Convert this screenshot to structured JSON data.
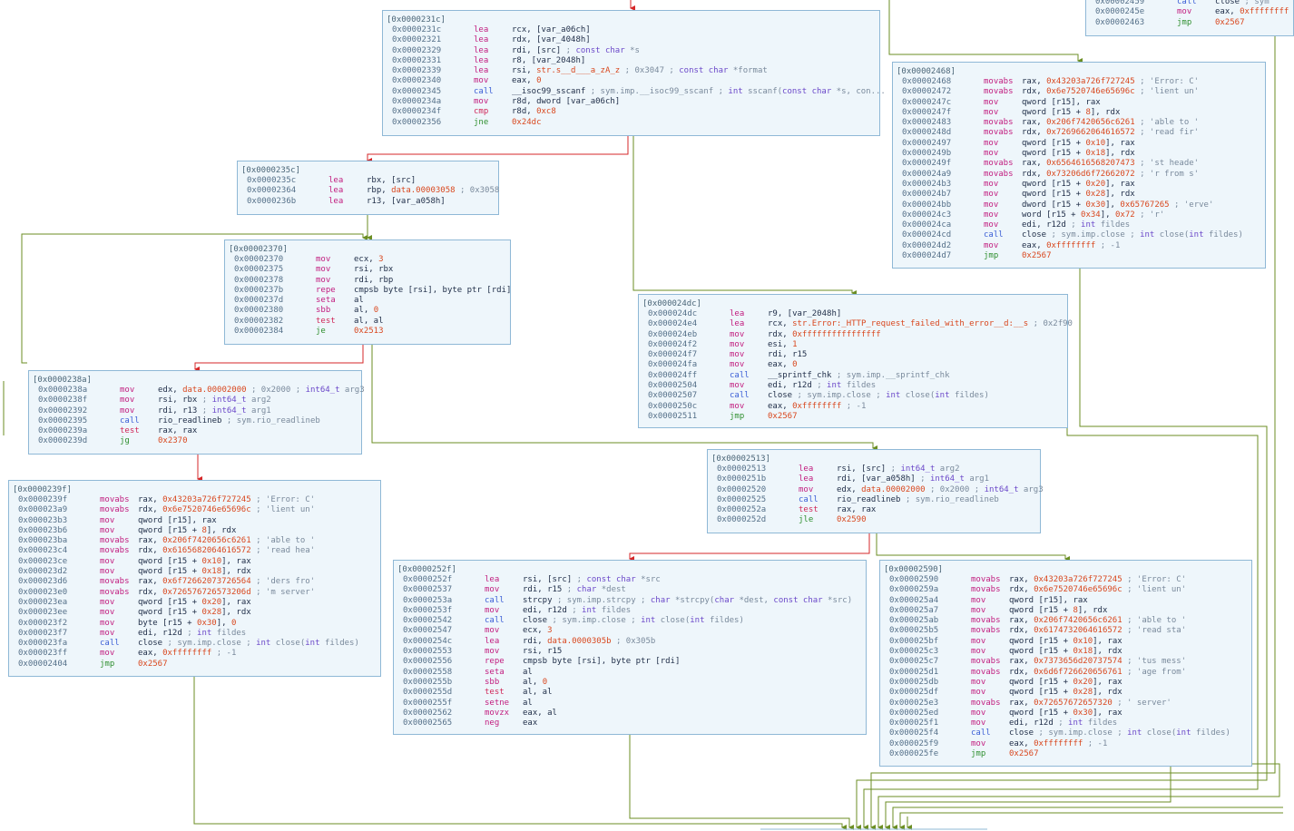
{
  "colors": {
    "block_bg": "#eef6fb",
    "block_border": "#8fb8d6",
    "edge_true": "#6b8e23",
    "edge_false": "#d62728"
  },
  "blocks": [
    {
      "id": "b231c",
      "header": "[0x0000231c]",
      "lines": [
        {
          "addr": "0x0000231c",
          "mn": "lea",
          "ops": "rcx, [var_a06ch]"
        },
        {
          "addr": "0x00002321",
          "mn": "lea",
          "ops": "rdx, [var_4048h]"
        },
        {
          "addr": "0x00002329",
          "mn": "lea",
          "ops": "rdi, [src] ; const char *s"
        },
        {
          "addr": "0x00002331",
          "mn": "lea",
          "ops": "r8, [var_2048h]"
        },
        {
          "addr": "0x00002339",
          "mn": "lea",
          "ops": "rsi, str.s__d___a_zA_z ; 0x3047 ; const char *format"
        },
        {
          "addr": "0x00002340",
          "mn": "mov",
          "ops": "eax, 0"
        },
        {
          "addr": "0x00002345",
          "mn": "call",
          "ops": "__isoc99_sscanf ; sym.imp.__isoc99_sscanf ; int sscanf(const char *s, con..."
        },
        {
          "addr": "0x0000234a",
          "mn": "mov",
          "ops": "r8d, dword [var_a06ch]"
        },
        {
          "addr": "0x0000234f",
          "mn": "cmp",
          "ops": "r8d, 0xc8"
        },
        {
          "addr": "0x00002356",
          "mn": "jne",
          "ops": "0x24dc"
        }
      ]
    },
    {
      "id": "b235c",
      "header": "[0x0000235c]",
      "lines": [
        {
          "addr": "0x0000235c",
          "mn": "lea",
          "ops": "rbx, [src]"
        },
        {
          "addr": "0x00002364",
          "mn": "lea",
          "ops": "rbp, data.00003058 ; 0x3058"
        },
        {
          "addr": "0x0000236b",
          "mn": "lea",
          "ops": "r13, [var_a058h]"
        }
      ]
    },
    {
      "id": "b2370",
      "header": "[0x00002370]",
      "lines": [
        {
          "addr": "0x00002370",
          "mn": "mov",
          "ops": "ecx, 3"
        },
        {
          "addr": "0x00002375",
          "mn": "mov",
          "ops": "rsi, rbx"
        },
        {
          "addr": "0x00002378",
          "mn": "mov",
          "ops": "rdi, rbp"
        },
        {
          "addr": "0x0000237b",
          "mn": "repe",
          "ops": "cmpsb byte [rsi], byte ptr [rdi]"
        },
        {
          "addr": "0x0000237d",
          "mn": "seta",
          "ops": "al"
        },
        {
          "addr": "0x00002380",
          "mn": "sbb",
          "ops": "al, 0"
        },
        {
          "addr": "0x00002382",
          "mn": "test",
          "ops": "al, al"
        },
        {
          "addr": "0x00002384",
          "mn": "je",
          "ops": "0x2513"
        }
      ]
    },
    {
      "id": "b238a",
      "header": "[0x0000238a]",
      "lines": [
        {
          "addr": "0x0000238a",
          "mn": "mov",
          "ops": "edx, data.00002000 ; 0x2000 ; int64_t arg3"
        },
        {
          "addr": "0x0000238f",
          "mn": "mov",
          "ops": "rsi, rbx   ; int64_t arg2"
        },
        {
          "addr": "0x00002392",
          "mn": "mov",
          "ops": "rdi, r13   ; int64_t arg1"
        },
        {
          "addr": "0x00002395",
          "mn": "call",
          "ops": "rio_readlineb ; sym.rio_readlineb"
        },
        {
          "addr": "0x0000239a",
          "mn": "test",
          "ops": "rax, rax"
        },
        {
          "addr": "0x0000239d",
          "mn": "jg",
          "ops": "0x2370"
        }
      ]
    },
    {
      "id": "b239f",
      "header": "[0x0000239f]",
      "lines": [
        {
          "addr": "0x0000239f",
          "mn": "movabs",
          "ops": "rax, 0x43203a726f727245 ; 'Error: C'"
        },
        {
          "addr": "0x000023a9",
          "mn": "movabs",
          "ops": "rdx, 0x6e7520746e65696c ; 'lient un'"
        },
        {
          "addr": "0x000023b3",
          "mn": "mov",
          "ops": "qword [r15], rax"
        },
        {
          "addr": "0x000023b6",
          "mn": "mov",
          "ops": "qword [r15 + 8], rdx"
        },
        {
          "addr": "0x000023ba",
          "mn": "movabs",
          "ops": "rax, 0x206f7420656c6261 ; 'able to '"
        },
        {
          "addr": "0x000023c4",
          "mn": "movabs",
          "ops": "rdx, 0x6165682064616572 ; 'read hea'"
        },
        {
          "addr": "0x000023ce",
          "mn": "mov",
          "ops": "qword [r15 + 0x10], rax"
        },
        {
          "addr": "0x000023d2",
          "mn": "mov",
          "ops": "qword [r15 + 0x18], rdx"
        },
        {
          "addr": "0x000023d6",
          "mn": "movabs",
          "ops": "rax, 0x6f72662073726564 ; 'ders fro'"
        },
        {
          "addr": "0x000023e0",
          "mn": "movabs",
          "ops": "rdx, 0x726576726573206d ; 'm server'"
        },
        {
          "addr": "0x000023ea",
          "mn": "mov",
          "ops": "qword [r15 + 0x20], rax"
        },
        {
          "addr": "0x000023ee",
          "mn": "mov",
          "ops": "qword [r15 + 0x28], rdx"
        },
        {
          "addr": "0x000023f2",
          "mn": "mov",
          "ops": "byte [r15 + 0x30], 0"
        },
        {
          "addr": "0x000023f7",
          "mn": "mov",
          "ops": "edi, r12d  ; int fildes"
        },
        {
          "addr": "0x000023fa",
          "mn": "call",
          "ops": "close      ; sym.imp.close ; int close(int fildes)"
        },
        {
          "addr": "0x000023ff",
          "mn": "mov",
          "ops": "eax, 0xffffffff ; -1"
        },
        {
          "addr": "0x00002404",
          "mn": "jmp",
          "ops": "0x2567"
        }
      ]
    },
    {
      "id": "b2459",
      "header": "",
      "lines": [
        {
          "addr": "0x00002459",
          "mn": "call",
          "ops": "close      ; sym"
        },
        {
          "addr": "0x0000245e",
          "mn": "mov",
          "ops": "eax, 0xffffffff"
        },
        {
          "addr": "0x00002463",
          "mn": "jmp",
          "ops": "0x2567"
        }
      ]
    },
    {
      "id": "b2468",
      "header": "[0x00002468]",
      "lines": [
        {
          "addr": "0x00002468",
          "mn": "movabs",
          "ops": "rax, 0x43203a726f727245 ; 'Error: C'"
        },
        {
          "addr": "0x00002472",
          "mn": "movabs",
          "ops": "rdx, 0x6e7520746e65696c ; 'lient un'"
        },
        {
          "addr": "0x0000247c",
          "mn": "mov",
          "ops": "qword [r15], rax"
        },
        {
          "addr": "0x0000247f",
          "mn": "mov",
          "ops": "qword [r15 + 8], rdx"
        },
        {
          "addr": "0x00002483",
          "mn": "movabs",
          "ops": "rax, 0x206f7420656c6261 ; 'able to '"
        },
        {
          "addr": "0x0000248d",
          "mn": "movabs",
          "ops": "rdx, 0x7269662064616572 ; 'read fir'"
        },
        {
          "addr": "0x00002497",
          "mn": "mov",
          "ops": "qword [r15 + 0x10], rax"
        },
        {
          "addr": "0x0000249b",
          "mn": "mov",
          "ops": "qword [r15 + 0x18], rdx"
        },
        {
          "addr": "0x0000249f",
          "mn": "movabs",
          "ops": "rax, 0x6564616568207473 ; 'st heade'"
        },
        {
          "addr": "0x000024a9",
          "mn": "movabs",
          "ops": "rdx, 0x73206d6f72662072 ; 'r from s'"
        },
        {
          "addr": "0x000024b3",
          "mn": "mov",
          "ops": "qword [r15 + 0x20], rax"
        },
        {
          "addr": "0x000024b7",
          "mn": "mov",
          "ops": "qword [r15 + 0x28], rdx"
        },
        {
          "addr": "0x000024bb",
          "mn": "mov",
          "ops": "dword [r15 + 0x30], 0x65767265 ; 'erve'"
        },
        {
          "addr": "0x000024c3",
          "mn": "mov",
          "ops": "word [r15 + 0x34], 0x72 ; 'r'"
        },
        {
          "addr": "0x000024ca",
          "mn": "mov",
          "ops": "edi, r12d  ; int fildes"
        },
        {
          "addr": "0x000024cd",
          "mn": "call",
          "ops": "close      ; sym.imp.close ; int close(int fildes)"
        },
        {
          "addr": "0x000024d2",
          "mn": "mov",
          "ops": "eax, 0xffffffff ; -1"
        },
        {
          "addr": "0x000024d7",
          "mn": "jmp",
          "ops": "0x2567"
        }
      ]
    },
    {
      "id": "b24dc",
      "header": "[0x000024dc]",
      "lines": [
        {
          "addr": "0x000024dc",
          "mn": "lea",
          "ops": "r9, [var_2048h]"
        },
        {
          "addr": "0x000024e4",
          "mn": "lea",
          "ops": "rcx, str.Error:_HTTP_request_failed_with_error__d:__s ; 0x2f90"
        },
        {
          "addr": "0x000024eb",
          "mn": "mov",
          "ops": "rdx, 0xffffffffffffffff"
        },
        {
          "addr": "0x000024f2",
          "mn": "mov",
          "ops": "esi, 1"
        },
        {
          "addr": "0x000024f7",
          "mn": "mov",
          "ops": "rdi, r15"
        },
        {
          "addr": "0x000024fa",
          "mn": "mov",
          "ops": "eax, 0"
        },
        {
          "addr": "0x000024ff",
          "mn": "call",
          "ops": "__sprintf_chk ; sym.imp.__sprintf_chk"
        },
        {
          "addr": "0x00002504",
          "mn": "mov",
          "ops": "edi, r12d  ; int fildes"
        },
        {
          "addr": "0x00002507",
          "mn": "call",
          "ops": "close      ; sym.imp.close ; int close(int fildes)"
        },
        {
          "addr": "0x0000250c",
          "mn": "mov",
          "ops": "eax, 0xffffffff ; -1"
        },
        {
          "addr": "0x00002511",
          "mn": "jmp",
          "ops": "0x2567"
        }
      ]
    },
    {
      "id": "b2513",
      "header": "[0x00002513]",
      "lines": [
        {
          "addr": "0x00002513",
          "mn": "lea",
          "ops": "rsi, [src] ; int64_t arg2"
        },
        {
          "addr": "0x0000251b",
          "mn": "lea",
          "ops": "rdi, [var_a058h] ; int64_t arg1"
        },
        {
          "addr": "0x00002520",
          "mn": "mov",
          "ops": "edx, data.00002000 ; 0x2000 ; int64_t arg3"
        },
        {
          "addr": "0x00002525",
          "mn": "call",
          "ops": "rio_readlineb ; sym.rio_readlineb"
        },
        {
          "addr": "0x0000252a",
          "mn": "test",
          "ops": "rax, rax"
        },
        {
          "addr": "0x0000252d",
          "mn": "jle",
          "ops": "0x2590"
        }
      ]
    },
    {
      "id": "b252f",
      "header": "[0x0000252f]",
      "lines": [
        {
          "addr": "0x0000252f",
          "mn": "lea",
          "ops": "rsi, [src] ; const char *src"
        },
        {
          "addr": "0x00002537",
          "mn": "mov",
          "ops": "rdi, r15   ; char *dest"
        },
        {
          "addr": "0x0000253a",
          "mn": "call",
          "ops": "strcpy     ; sym.imp.strcpy ; char *strcpy(char *dest, const char *src)"
        },
        {
          "addr": "0x0000253f",
          "mn": "mov",
          "ops": "edi, r12d  ; int fildes"
        },
        {
          "addr": "0x00002542",
          "mn": "call",
          "ops": "close      ; sym.imp.close ; int close(int fildes)"
        },
        {
          "addr": "0x00002547",
          "mn": "mov",
          "ops": "ecx, 3"
        },
        {
          "addr": "0x0000254c",
          "mn": "lea",
          "ops": "rdi, data.0000305b ; 0x305b"
        },
        {
          "addr": "0x00002553",
          "mn": "mov",
          "ops": "rsi, r15"
        },
        {
          "addr": "0x00002556",
          "mn": "repe",
          "ops": "cmpsb byte [rsi], byte ptr [rdi]"
        },
        {
          "addr": "0x00002558",
          "mn": "seta",
          "ops": "al"
        },
        {
          "addr": "0x0000255b",
          "mn": "sbb",
          "ops": "al, 0"
        },
        {
          "addr": "0x0000255d",
          "mn": "test",
          "ops": "al, al"
        },
        {
          "addr": "0x0000255f",
          "mn": "setne",
          "ops": "al"
        },
        {
          "addr": "0x00002562",
          "mn": "movzx",
          "ops": "eax, al"
        },
        {
          "addr": "0x00002565",
          "mn": "neg",
          "ops": "eax"
        }
      ]
    },
    {
      "id": "b2590",
      "header": "[0x00002590]",
      "lines": [
        {
          "addr": "0x00002590",
          "mn": "movabs",
          "ops": "rax, 0x43203a726f727245 ; 'Error: C'"
        },
        {
          "addr": "0x0000259a",
          "mn": "movabs",
          "ops": "rdx, 0x6e7520746e65696c ; 'lient un'"
        },
        {
          "addr": "0x000025a4",
          "mn": "mov",
          "ops": "qword [r15], rax"
        },
        {
          "addr": "0x000025a7",
          "mn": "mov",
          "ops": "qword [r15 + 8], rdx"
        },
        {
          "addr": "0x000025ab",
          "mn": "movabs",
          "ops": "rax, 0x206f7420656c6261 ; 'able to '"
        },
        {
          "addr": "0x000025b5",
          "mn": "movabs",
          "ops": "rdx, 0x6174732064616572 ; 'read sta'"
        },
        {
          "addr": "0x000025bf",
          "mn": "mov",
          "ops": "qword [r15 + 0x10], rax"
        },
        {
          "addr": "0x000025c3",
          "mn": "mov",
          "ops": "qword [r15 + 0x18], rdx"
        },
        {
          "addr": "0x000025c7",
          "mn": "movabs",
          "ops": "rax, 0x7373656d20737574 ; 'tus mess'"
        },
        {
          "addr": "0x000025d1",
          "mn": "movabs",
          "ops": "rdx, 0x6d6f726620656761 ; 'age from'"
        },
        {
          "addr": "0x000025db",
          "mn": "mov",
          "ops": "qword [r15 + 0x20], rax"
        },
        {
          "addr": "0x000025df",
          "mn": "mov",
          "ops": "qword [r15 + 0x28], rdx"
        },
        {
          "addr": "0x000025e3",
          "mn": "movabs",
          "ops": "rax, 0x72657672657320 ; ' server'"
        },
        {
          "addr": "0x000025ed",
          "mn": "mov",
          "ops": "qword [r15 + 0x30], rax"
        },
        {
          "addr": "0x000025f1",
          "mn": "mov",
          "ops": "edi, r12d  ; int fildes"
        },
        {
          "addr": "0x000025f4",
          "mn": "call",
          "ops": "close      ; sym.imp.close ; int close(int fildes)"
        },
        {
          "addr": "0x000025f9",
          "mn": "mov",
          "ops": "eax, 0xffffffff ; -1"
        },
        {
          "addr": "0x000025fe",
          "mn": "jmp",
          "ops": "0x2567"
        }
      ]
    }
  ]
}
